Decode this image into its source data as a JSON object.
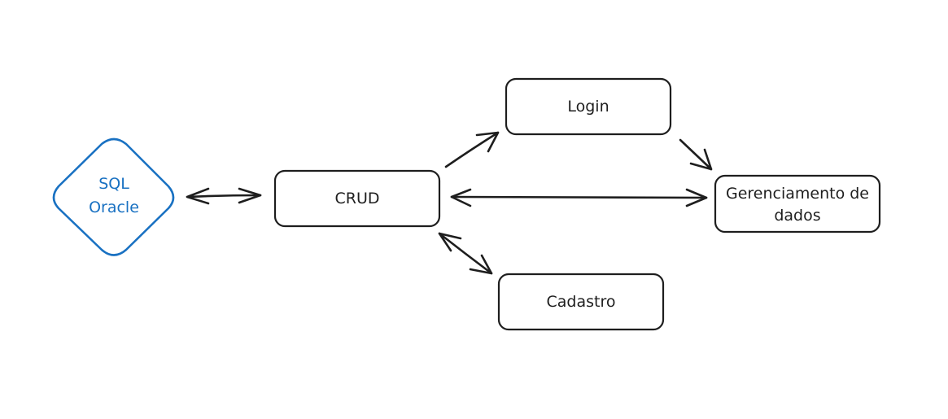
{
  "colors": {
    "ink": "#1e1e1e",
    "database_accent": "#1971c2",
    "background": "#ffffff"
  },
  "nodes": {
    "database": {
      "line1": "SQL",
      "line2": "Oracle",
      "shape": "diamond"
    },
    "crud": {
      "label": "CRUD",
      "shape": "rounded-rectangle"
    },
    "login": {
      "label": "Login",
      "shape": "rounded-rectangle"
    },
    "cadastro": {
      "label": "Cadastro",
      "shape": "rounded-rectangle"
    },
    "gerenciamento": {
      "line1": "Gerenciamento de",
      "line2": "dados",
      "shape": "rounded-rectangle"
    }
  },
  "edges": [
    {
      "from": "database",
      "to": "crud",
      "direction": "both"
    },
    {
      "from": "crud",
      "to": "login",
      "direction": "forward"
    },
    {
      "from": "crud",
      "to": "gerenciamento",
      "direction": "both"
    },
    {
      "from": "crud",
      "to": "cadastro",
      "direction": "both"
    },
    {
      "from": "login",
      "to": "gerenciamento",
      "direction": "forward"
    }
  ]
}
